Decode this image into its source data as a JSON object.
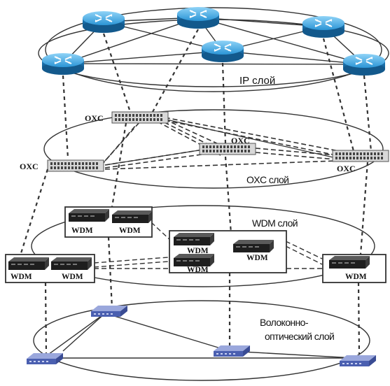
{
  "layers": {
    "ip": "IP слой",
    "oxc": "OXC слой",
    "wdm": "WDM слой",
    "fiber_line1": "Волоконно-",
    "fiber_line2": "оптический слой"
  },
  "device_labels": {
    "oxc": "OXC",
    "wdm": "WDM"
  },
  "colors": {
    "router": "#2a8fd0",
    "router_light": "#7cc6f0",
    "switch": "#6b7fc0",
    "line": "#333333"
  }
}
